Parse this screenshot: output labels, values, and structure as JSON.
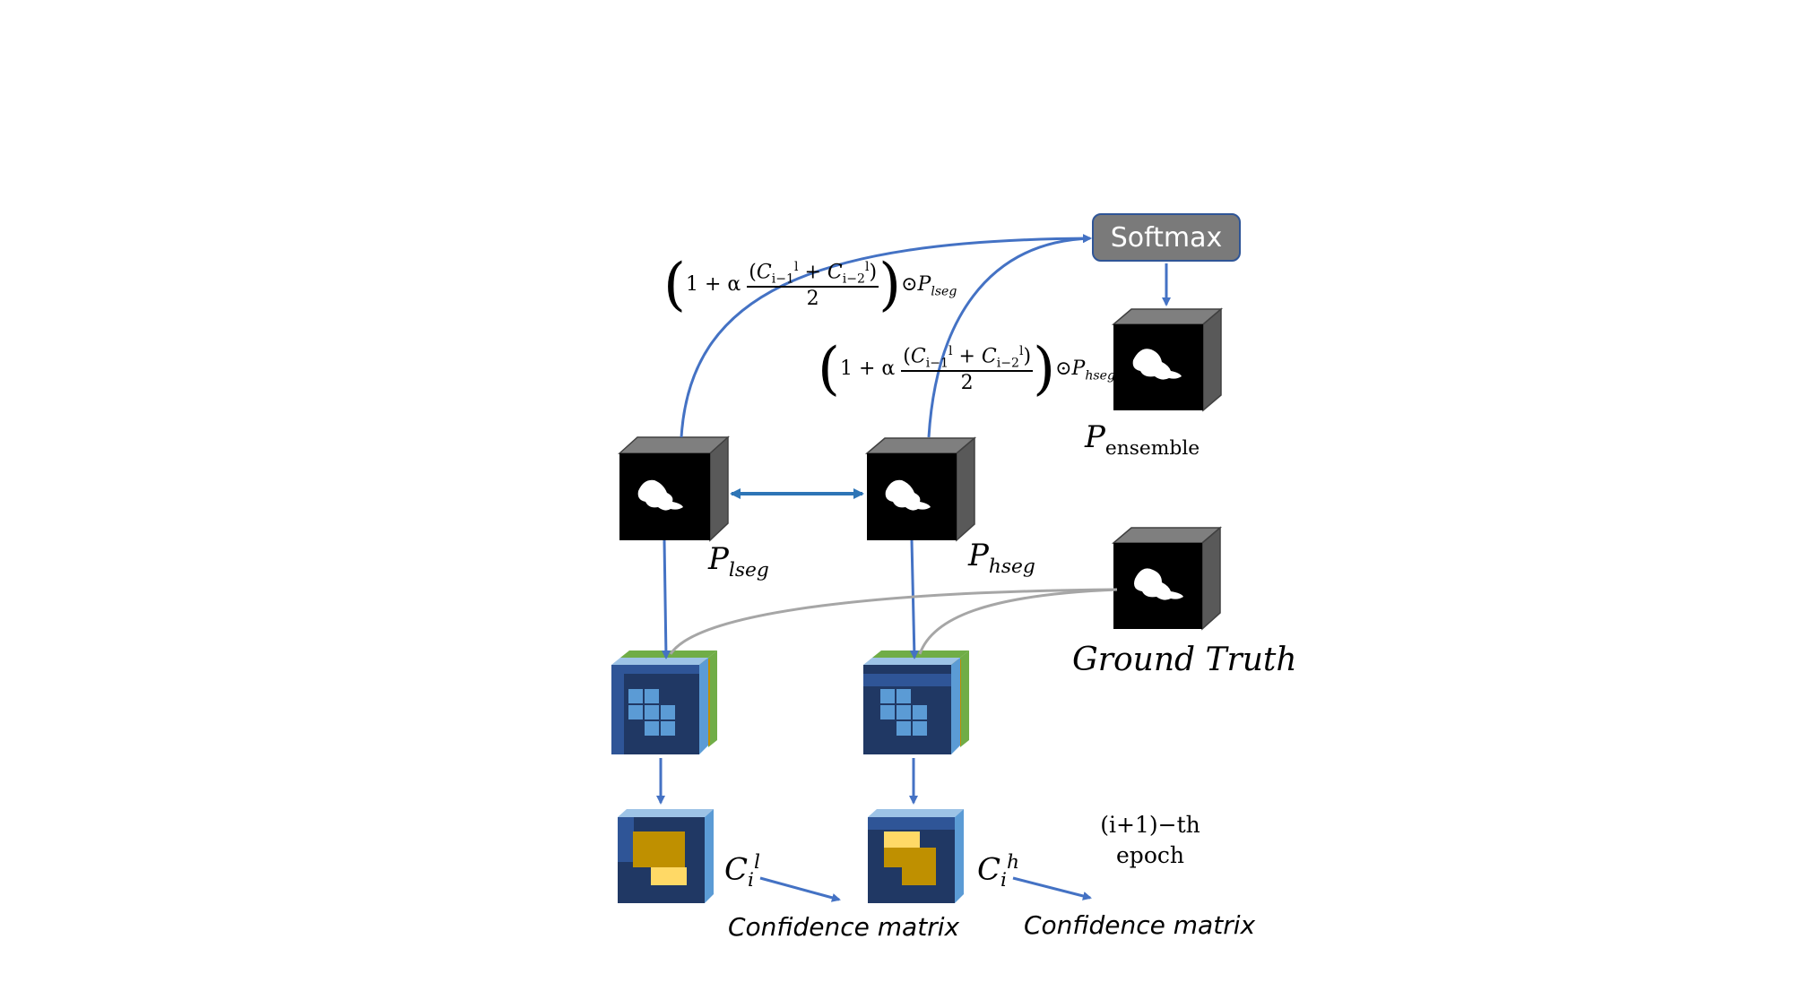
{
  "softmax_label": "Softmax",
  "formulas": {
    "prefix": "1 + α",
    "num_a": "C",
    "sub_a": "i−1",
    "sup_a": "l",
    "plus": " + ",
    "num_b": "C",
    "sub_b": "i−2",
    "sup_b": "l",
    "den": "2",
    "odot": "⊙",
    "p": "P",
    "lseg_sub": "lseg",
    "hseg_sub": "hseg"
  },
  "labels": {
    "p_lseg": "P",
    "p_lseg_sub": "lseg",
    "p_hseg": "P",
    "p_hseg_sub": "hseg",
    "p_ensemble": "P",
    "p_ensemble_sub": "ensemble",
    "ground_truth": "Ground Truth",
    "c_low": "C",
    "c_low_sub": "i",
    "c_low_sup": "l",
    "c_high": "C",
    "c_high_sub": "i",
    "c_high_sup": "h",
    "confidence_1": "Confidence matrix",
    "confidence_2": "Confidence matrix",
    "epoch_line1": "(i+1)−th",
    "epoch_line2": "epoch"
  },
  "colors": {
    "arrow_blue": "#4472c4",
    "arrow_dark_blue": "#2e75b6",
    "gray_curve": "#a6a6a6",
    "cube_front": "#000000",
    "cube_side": "#595959",
    "cube_top": "#7f7f7f",
    "matrix_navy": "#203864",
    "matrix_light": "#5b9bd5",
    "matrix_gold": "#bf9000",
    "matrix_yellow": "#ffd966",
    "matrix_green": "#70ad47"
  }
}
